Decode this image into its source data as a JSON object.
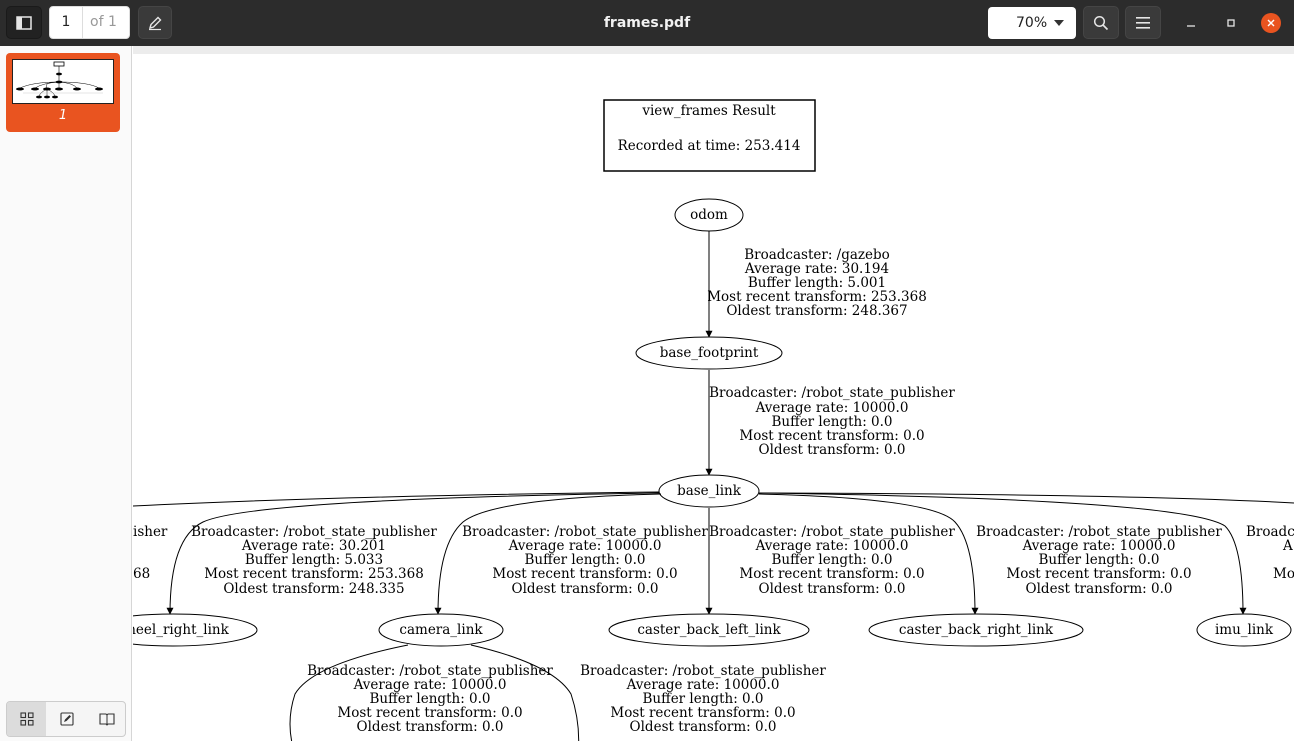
{
  "window": {
    "title": "frames.pdf",
    "page_number": "1",
    "page_total": "of 1",
    "zoom": "70%"
  },
  "icons": {
    "sidebar_toggle": "sidebar-toggle-icon",
    "annotate": "pencil-icon",
    "search": "search-icon",
    "menu": "hamburger-menu-icon",
    "minimize": "minimize-icon",
    "maximize": "maximize-icon",
    "close": "close-icon",
    "thumbnails_view": "grid-icon",
    "annotations_view": "annotation-icon",
    "bookmarks_view": "book-icon"
  },
  "colors": {
    "accent": "#e95420",
    "titlebar": "#2c2c2c"
  },
  "sidebar": {
    "thumbnail_label": "1"
  },
  "graph": {
    "title_line1": "view_frames Result",
    "title_line2": "Recorded at time: 253.414",
    "nodes": {
      "odom": "odom",
      "base_footprint": "base_footprint",
      "base_link": "base_link",
      "wheel_right_link": "heel_right_link",
      "camera_link": "camera_link",
      "caster_back_left_link": "caster_back_left_link",
      "caster_back_right_link": "caster_back_right_link",
      "imu_link": "imu_link"
    },
    "edges": {
      "odom_base_footprint": [
        "Broadcaster: /gazebo",
        "Average rate: 30.194",
        "Buffer length: 5.001",
        "Most recent transform: 253.368",
        "Oldest transform: 248.367"
      ],
      "base_footprint_base_link": [
        "Broadcaster: /robot_state_publisher",
        "Average rate: 10000.0",
        "Buffer length: 0.0",
        "Most recent transform: 0.0",
        "Oldest transform: 0.0"
      ],
      "base_link_clipped_left": [
        "isher",
        "68"
      ],
      "base_link_wheel_right": [
        "Broadcaster: /robot_state_publisher",
        "Average rate: 30.201",
        "Buffer length: 5.033",
        "Most recent transform: 253.368",
        "Oldest transform: 248.335"
      ],
      "base_link_camera": [
        "Broadcaster: /robot_state_publisher",
        "Average rate: 10000.0",
        "Buffer length: 0.0",
        "Most recent transform: 0.0",
        "Oldest transform: 0.0"
      ],
      "base_link_caster_left": [
        "Broadcaster: /robot_state_publisher",
        "Average rate: 10000.0",
        "Buffer length: 0.0",
        "Most recent transform: 0.0",
        "Oldest transform: 0.0"
      ],
      "base_link_caster_right": [
        "Broadcaster: /robot_state_publisher",
        "Average rate: 10000.0",
        "Buffer length: 0.0",
        "Most recent transform: 0.0",
        "Oldest transform: 0.0"
      ],
      "base_link_imu_clipped": [
        "Broadca",
        "A",
        "Mo"
      ],
      "camera_child_a": [
        "Broadcaster: /robot_state_publisher",
        "Average rate: 10000.0",
        "Buffer length: 0.0",
        "Most recent transform: 0.0",
        "Oldest transform: 0.0"
      ],
      "camera_child_b": [
        "Broadcaster: /robot_state_publisher",
        "Average rate: 10000.0",
        "Buffer length: 0.0",
        "Most recent transform: 0.0",
        "Oldest transform: 0.0"
      ]
    }
  }
}
